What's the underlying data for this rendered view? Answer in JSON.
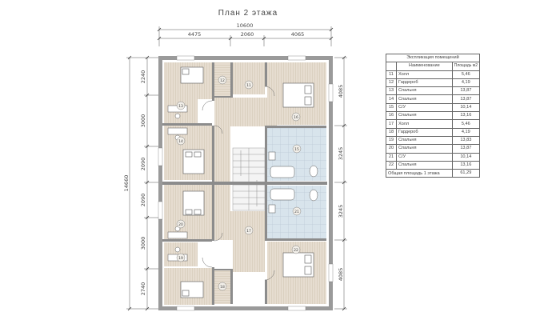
{
  "plan": {
    "title": "План 2 этажа",
    "dimensions": {
      "top_total": "10600",
      "top_segments": [
        "4475",
        "2060",
        "4065"
      ],
      "left_total": "14660",
      "left_segments": [
        "2240",
        "3000",
        "2090",
        "2090",
        "3000",
        "2740"
      ],
      "right_segments": [
        "4085",
        "3245",
        "3245",
        "4085"
      ]
    },
    "room_markers": [
      "11",
      "12",
      "13",
      "14",
      "15",
      "16",
      "17",
      "18",
      "19",
      "20",
      "21",
      "22"
    ]
  },
  "legend": {
    "caption": "Экспликация помещений",
    "col_name": "Наименование",
    "col_area": "Площадь м2",
    "rows": [
      {
        "num": "11",
        "name": "Холл",
        "area": "5,46"
      },
      {
        "num": "12",
        "name": "Гардероб",
        "area": "4,19"
      },
      {
        "num": "13",
        "name": "Спальня",
        "area": "13,87"
      },
      {
        "num": "14",
        "name": "Спальня",
        "area": "13,87"
      },
      {
        "num": "15",
        "name": "С/У",
        "area": "10,14"
      },
      {
        "num": "16",
        "name": "Спальня",
        "area": "13,16"
      },
      {
        "num": "17",
        "name": "Холл",
        "area": "5,46"
      },
      {
        "num": "18",
        "name": "Гардероб",
        "area": "4,19"
      },
      {
        "num": "19",
        "name": "Спальня",
        "area": "13,83"
      },
      {
        "num": "20",
        "name": "Спальня",
        "area": "13,87"
      },
      {
        "num": "21",
        "name": "С/У",
        "area": "10,14"
      },
      {
        "num": "22",
        "name": "Спальня",
        "area": "13,16"
      }
    ],
    "total_label": "Общая площадь 1 этажа",
    "total_area": "61,29"
  }
}
